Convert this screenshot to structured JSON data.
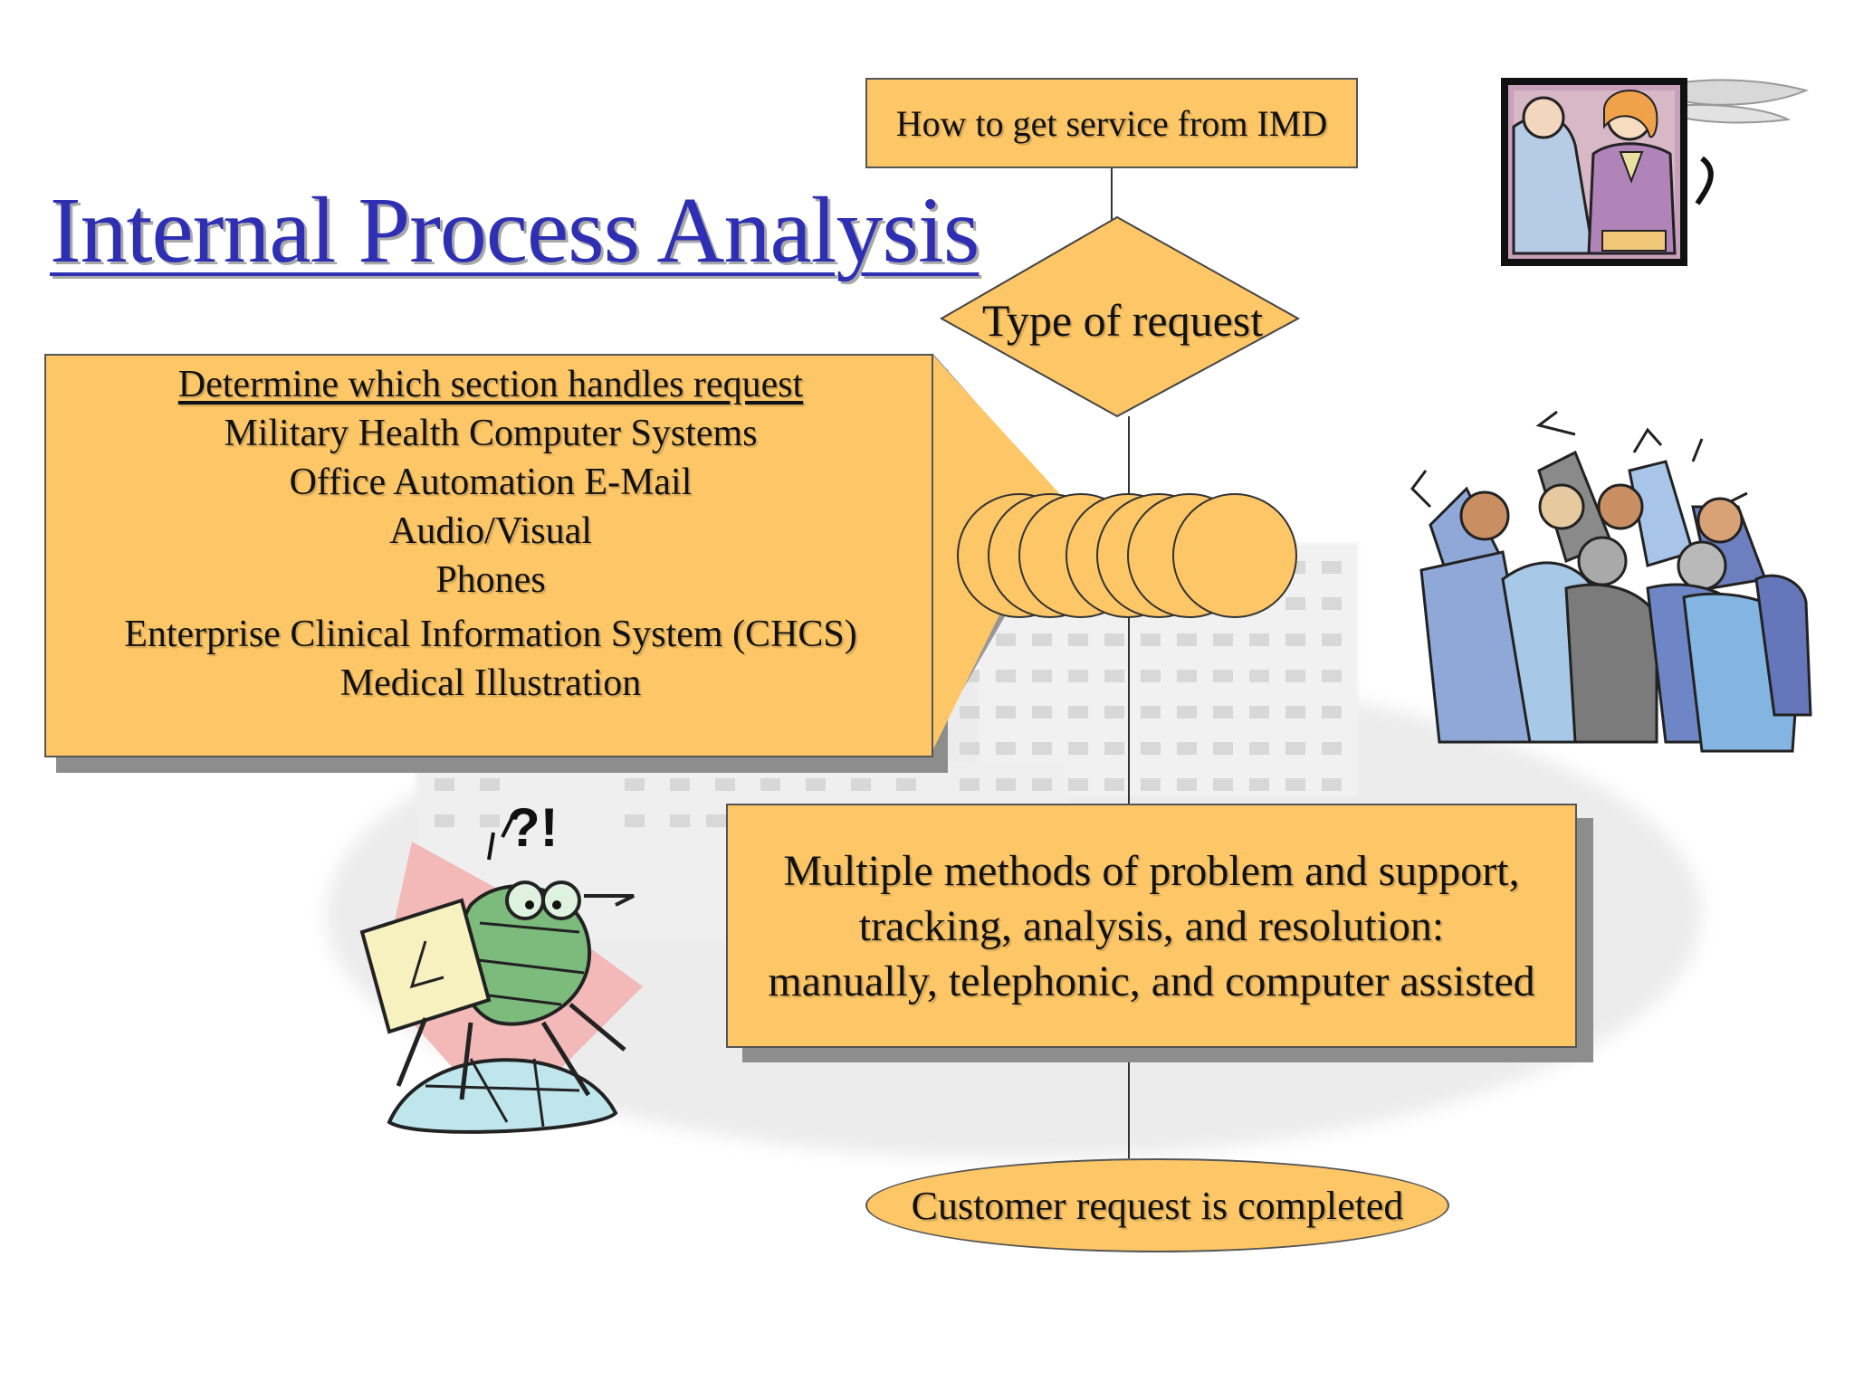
{
  "title": "Internal Process Analysis",
  "flowchart": {
    "start_box": "How to get service from IMD",
    "decision": "Type of request",
    "section_callout": {
      "heading": "Determine which section handles request",
      "items": [
        "Military Health Computer Systems",
        "Office Automation E-Mail",
        "Audio/Visual",
        "Phones",
        "Enterprise Clinical Information System (CHCS)",
        "Medical Illustration"
      ]
    },
    "methods_box": {
      "lines": [
        "Multiple methods of problem and support,",
        "tracking, analysis, and resolution:",
        "manually, telephonic, and computer assisted"
      ]
    },
    "end_terminator": "Customer request is completed",
    "connector_count": 7
  },
  "colors": {
    "box_fill": "#fdc667",
    "title_color": "#2f2fb4",
    "shadow": "#8d8d8d"
  },
  "clipart": [
    "medical-staff-clipart-icon",
    "cheering-crowd-clipart-icon",
    "confused-bug-clipart-icon",
    "hospital-building-background"
  ]
}
